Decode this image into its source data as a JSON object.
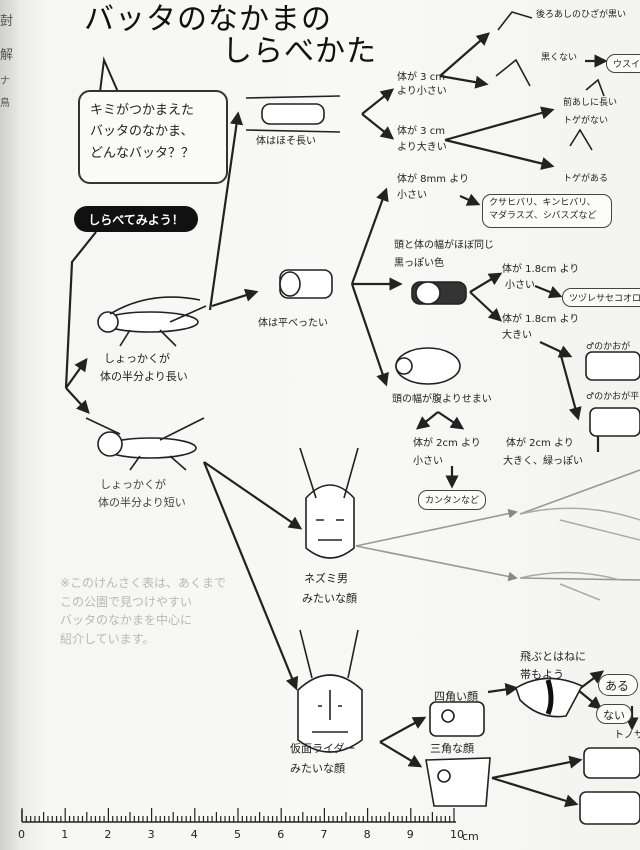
{
  "title": {
    "line1": "バッタのなかまの",
    "line2": "しらべかた"
  },
  "speech": {
    "line1": "キミがつかまえた",
    "line2": "バッタのなかま、",
    "line3": "どんなバッタ？？"
  },
  "start_button": "しらべてみよう！",
  "antenna": {
    "long_line1": "しょっかくが",
    "long_line2": "体の半分より長い",
    "short_line1": "しょっかくが",
    "short_line2": "体の半分より短い"
  },
  "body": {
    "slender": "体はほそ長い",
    "flat": "体は平べったい"
  },
  "size": {
    "lt3_line1": "体が 3 cm",
    "lt3_line2": "より小さい",
    "gt3_line1": "体が 3 cm",
    "gt3_line2": "より大きい",
    "lt8_line1": "体が 8mm より",
    "lt8_line2": "小さい",
    "lt18_line1": "体が 1.8cm より",
    "lt18_line2": "小さい",
    "gt18_line1": "体が 1.8cm より",
    "gt18_line2": "大きい",
    "lt2_line1": "体が 2cm より",
    "lt2_line2": "小さい",
    "gt2_line1": "体が 2cm より",
    "gt2_line2": "大きく、緑っぽい"
  },
  "traits": {
    "black_knee": "後ろあしのひざが黒い",
    "not_black": "黒くない",
    "foreleg_long1": "前あしに長い",
    "foreleg_long2": "トゲがない",
    "spine_present": "トゲがある",
    "head_width_same1": "頭と体の幅がほぼ同じ",
    "head_width_same2": "黒っぽい色",
    "head_narrow": "頭の幅が腹よりせまい",
    "male_a": "♂のかおが",
    "male_b": "♂のかおが平",
    "fly_band1": "飛ぶとはねに",
    "fly_band2": "帯もよう",
    "square_face": "四角い顔",
    "triangle_face": "三角な顔",
    "rat_face1": "ネズミ男",
    "rat_face2": "みたいな顔",
    "rider_face1": "仮面ライダー",
    "rider_face2": "みたいな顔"
  },
  "answers": {
    "usui": "ウスイ",
    "kusahibari": "クサヒバリ、キンヒバリ、",
    "kusahibari2": "マダラスズ、シバスズなど",
    "tsuzure": "ツヅレサセコオロ",
    "kantan": "カンタンなど",
    "aru": "ある",
    "nai": "ない",
    "tonosama": "トノサ"
  },
  "note": {
    "line1": "※このけんさく表は、あくまで",
    "line2": "この公園で見つけやすい",
    "line3": "バッタのなかまを中心に",
    "line4": "紹介しています。"
  },
  "ruler": {
    "ticks": [
      "0",
      "1",
      "2",
      "3",
      "4",
      "5",
      "6",
      "7",
      "8",
      "9",
      "10"
    ],
    "unit": "cm"
  },
  "edge_chars": [
    "尌",
    "解",
    "ナ",
    "鳥"
  ]
}
